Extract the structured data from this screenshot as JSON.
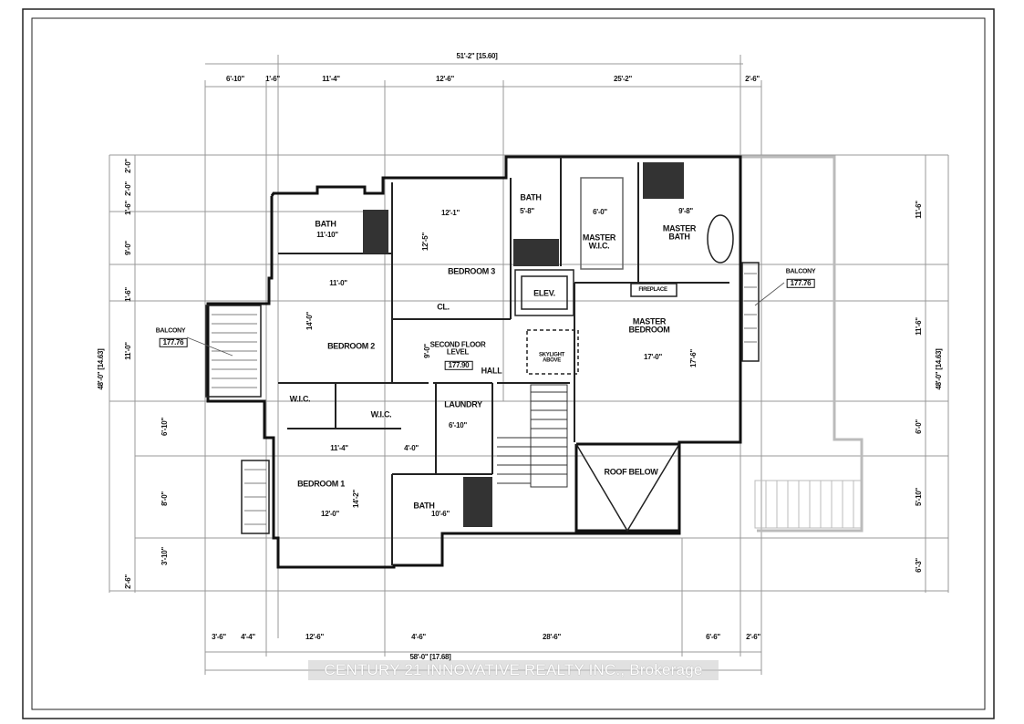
{
  "rooms": {
    "bedroom_1": "BEDROOM 1",
    "bedroom_2": "BEDROOM 2",
    "bedroom_3": "BEDROOM 3",
    "master_bedroom": "MASTER\nBEDROOM",
    "master_wic": "MASTER\nW.I.C.",
    "master_bath": "MASTER\nBATH",
    "bath_a": "BATH",
    "bath_b": "BATH",
    "bath_c": "BATH",
    "laundry": "LAUNDRY",
    "hall": "HALL",
    "wic_a": "W.I.C.",
    "wic_b": "W.I.C.",
    "closet": "CL.",
    "elevator": "ELEV.",
    "fireplace": "FIREPLACE",
    "open_above": "SKYLIGHT\nABOVE",
    "roof_below": "ROOF BELOW",
    "floor_level": "SECOND FLOOR\nLEVEL",
    "floor_level_value": "177.90",
    "balcony_left": "BALCONY",
    "balcony_left_value": "177.76",
    "balcony_right": "BALCONY",
    "balcony_right_value": "177.76"
  },
  "room_dims": {
    "bedroom_2_w": "11'-0\"",
    "bedroom_2_h": "14'-0\"",
    "bedroom_3_w": "12'-1\"",
    "bedroom_3_h": "12'-5\"",
    "bath_a": "11'-10\"",
    "bath_b": "5'-8\"",
    "master_wic": "6'-0\"",
    "master_bath": "9'-8\"",
    "master_bedroom_w": "17'-0\"",
    "master_bedroom_h": "17'-6\"",
    "bedroom_1_w": "12'-0\"",
    "bedroom_1_h": "14'-2\"",
    "bedroom_1_top_a": "11'-4\"",
    "bedroom_1_top_b": "4'-0\"",
    "laundry": "6'-10\"",
    "bath_c": "10'-6\"",
    "hall": "9'-0\""
  },
  "dimensions": {
    "top_overall": "51'-2\" [15.60]",
    "top_segments": [
      "6'-10\"",
      "1'-6\"",
      "11'-4\"",
      "12'-6\"",
      "25'-2\"",
      "2'-6\""
    ],
    "bottom_overall": "58'-0\" [17.68]",
    "bottom_segments": [
      "3'-6\"",
      "4'-4\"",
      "12'-6\"",
      "4'-6\"",
      "28'-6\"",
      "6'-6\"",
      "2'-6\""
    ],
    "left_overall": "48'-0\" [14.63]",
    "left_segments": [
      "2'-0\"",
      "2'-0\"",
      "1'-6\"",
      "9'-0\"",
      "1'-6\"",
      "11'-0\"",
      "6'-10\"",
      "8'-0\"",
      "3'-10\"",
      "2'-6\""
    ],
    "right_overall": "48'-0\" [14.63]",
    "right_segments": [
      "11'-6\"",
      "11'-6\"",
      "6'-0\"",
      "5'-10\"",
      "6'-3\""
    ]
  },
  "watermark": "CENTURY 21 INNOVATIVE REALTY INC., Brokerage"
}
